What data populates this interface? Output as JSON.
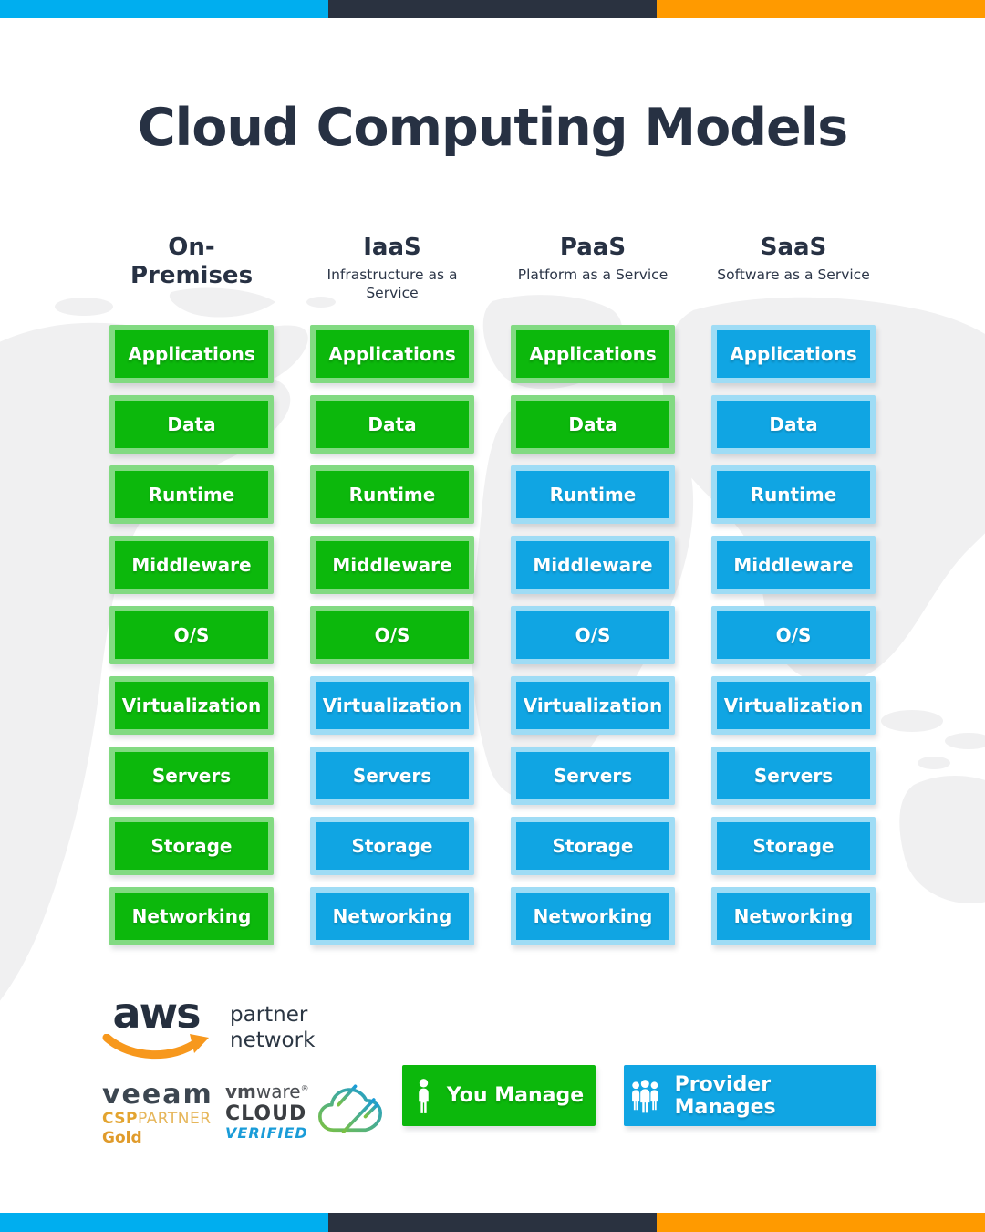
{
  "page_title": "Cloud Computing Models",
  "columns": [
    {
      "title": "On-Premises",
      "subtitle": "",
      "boxes": [
        {
          "label": "Applications",
          "managed_by": "you"
        },
        {
          "label": "Data",
          "managed_by": "you"
        },
        {
          "label": "Runtime",
          "managed_by": "you"
        },
        {
          "label": "Middleware",
          "managed_by": "you"
        },
        {
          "label": "O/S",
          "managed_by": "you"
        },
        {
          "label": "Virtualization",
          "managed_by": "you"
        },
        {
          "label": "Servers",
          "managed_by": "you"
        },
        {
          "label": "Storage",
          "managed_by": "you"
        },
        {
          "label": "Networking",
          "managed_by": "you"
        }
      ]
    },
    {
      "title": "IaaS",
      "subtitle": "Infrastructure as a Service",
      "boxes": [
        {
          "label": "Applications",
          "managed_by": "you"
        },
        {
          "label": "Data",
          "managed_by": "you"
        },
        {
          "label": "Runtime",
          "managed_by": "you"
        },
        {
          "label": "Middleware",
          "managed_by": "you"
        },
        {
          "label": "O/S",
          "managed_by": "you"
        },
        {
          "label": "Virtualization",
          "managed_by": "provider"
        },
        {
          "label": "Servers",
          "managed_by": "provider"
        },
        {
          "label": "Storage",
          "managed_by": "provider"
        },
        {
          "label": "Networking",
          "managed_by": "provider"
        }
      ]
    },
    {
      "title": "PaaS",
      "subtitle": "Platform as a Service",
      "boxes": [
        {
          "label": "Applications",
          "managed_by": "you"
        },
        {
          "label": "Data",
          "managed_by": "you"
        },
        {
          "label": "Runtime",
          "managed_by": "provider"
        },
        {
          "label": "Middleware",
          "managed_by": "provider"
        },
        {
          "label": "O/S",
          "managed_by": "provider"
        },
        {
          "label": "Virtualization",
          "managed_by": "provider"
        },
        {
          "label": "Servers",
          "managed_by": "provider"
        },
        {
          "label": "Storage",
          "managed_by": "provider"
        },
        {
          "label": "Networking",
          "managed_by": "provider"
        }
      ]
    },
    {
      "title": "SaaS",
      "subtitle": "Software as a Service",
      "boxes": [
        {
          "label": "Applications",
          "managed_by": "provider"
        },
        {
          "label": "Data",
          "managed_by": "provider"
        },
        {
          "label": "Runtime",
          "managed_by": "provider"
        },
        {
          "label": "Middleware",
          "managed_by": "provider"
        },
        {
          "label": "O/S",
          "managed_by": "provider"
        },
        {
          "label": "Virtualization",
          "managed_by": "provider"
        },
        {
          "label": "Servers",
          "managed_by": "provider"
        },
        {
          "label": "Storage",
          "managed_by": "provider"
        },
        {
          "label": "Networking",
          "managed_by": "provider"
        }
      ]
    }
  ],
  "legend": {
    "you": {
      "label": "You Manage",
      "icon": "person-icon"
    },
    "provider": {
      "label": "Provider Manages",
      "icon": "people-icon"
    }
  },
  "logos": {
    "aws": {
      "wordmark": "aws",
      "caption_line1": "partner",
      "caption_line2": "network"
    },
    "veeam": {
      "wordmark": "veeam",
      "program_bold": "CSP",
      "program_rest": "PARTNER",
      "tier": "Gold"
    },
    "vmware": {
      "brand_bold": "vm",
      "brand_rest": "ware",
      "registered": "®",
      "product": "CLOUD",
      "status": "VERIFIED"
    }
  },
  "colors": {
    "you_fill": "#0cb80c",
    "you_border": "#82da82",
    "provider_fill": "#10a5e3",
    "provider_border": "#9fdcf5",
    "bar_blue": "#00aeef",
    "bar_dark": "#2a3240",
    "bar_orange": "#ff9a00",
    "title_text": "#273143",
    "aws_orange": "#f7981d",
    "veeam_gold": "#e3a430",
    "vmware_blue": "#1a9cd8",
    "map_gray": "#f0f0f1"
  }
}
